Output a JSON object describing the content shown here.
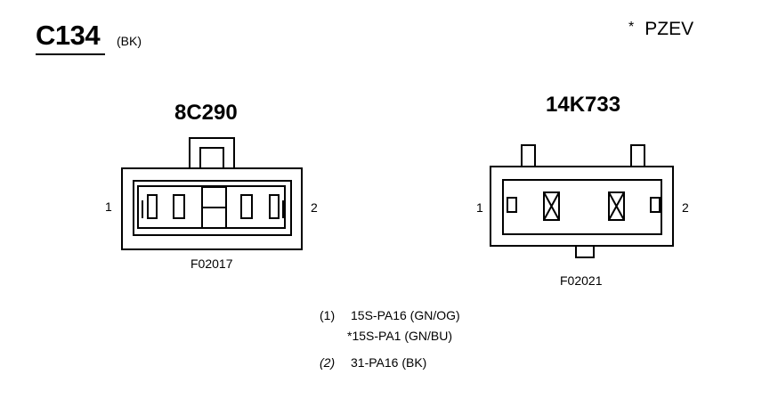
{
  "connector": {
    "id": "C134",
    "color_code": "(BK)"
  },
  "pzev_note": {
    "marker": "*",
    "label": "PZEV"
  },
  "views": [
    {
      "name": "8C290",
      "part_code": "F02017",
      "pin_left": "1",
      "pin_right": "2"
    },
    {
      "name": "14K733",
      "part_code": "F02021",
      "pin_left": "1",
      "pin_right": "2"
    }
  ],
  "wires": [
    {
      "pin": "(1)",
      "circuit": "15S-PA16 (GN/OG)",
      "alt_circuit": "*15S-PA1 (GN/BU)"
    },
    {
      "pin": "(2)",
      "circuit": "31-PA16 (BK)"
    }
  ]
}
